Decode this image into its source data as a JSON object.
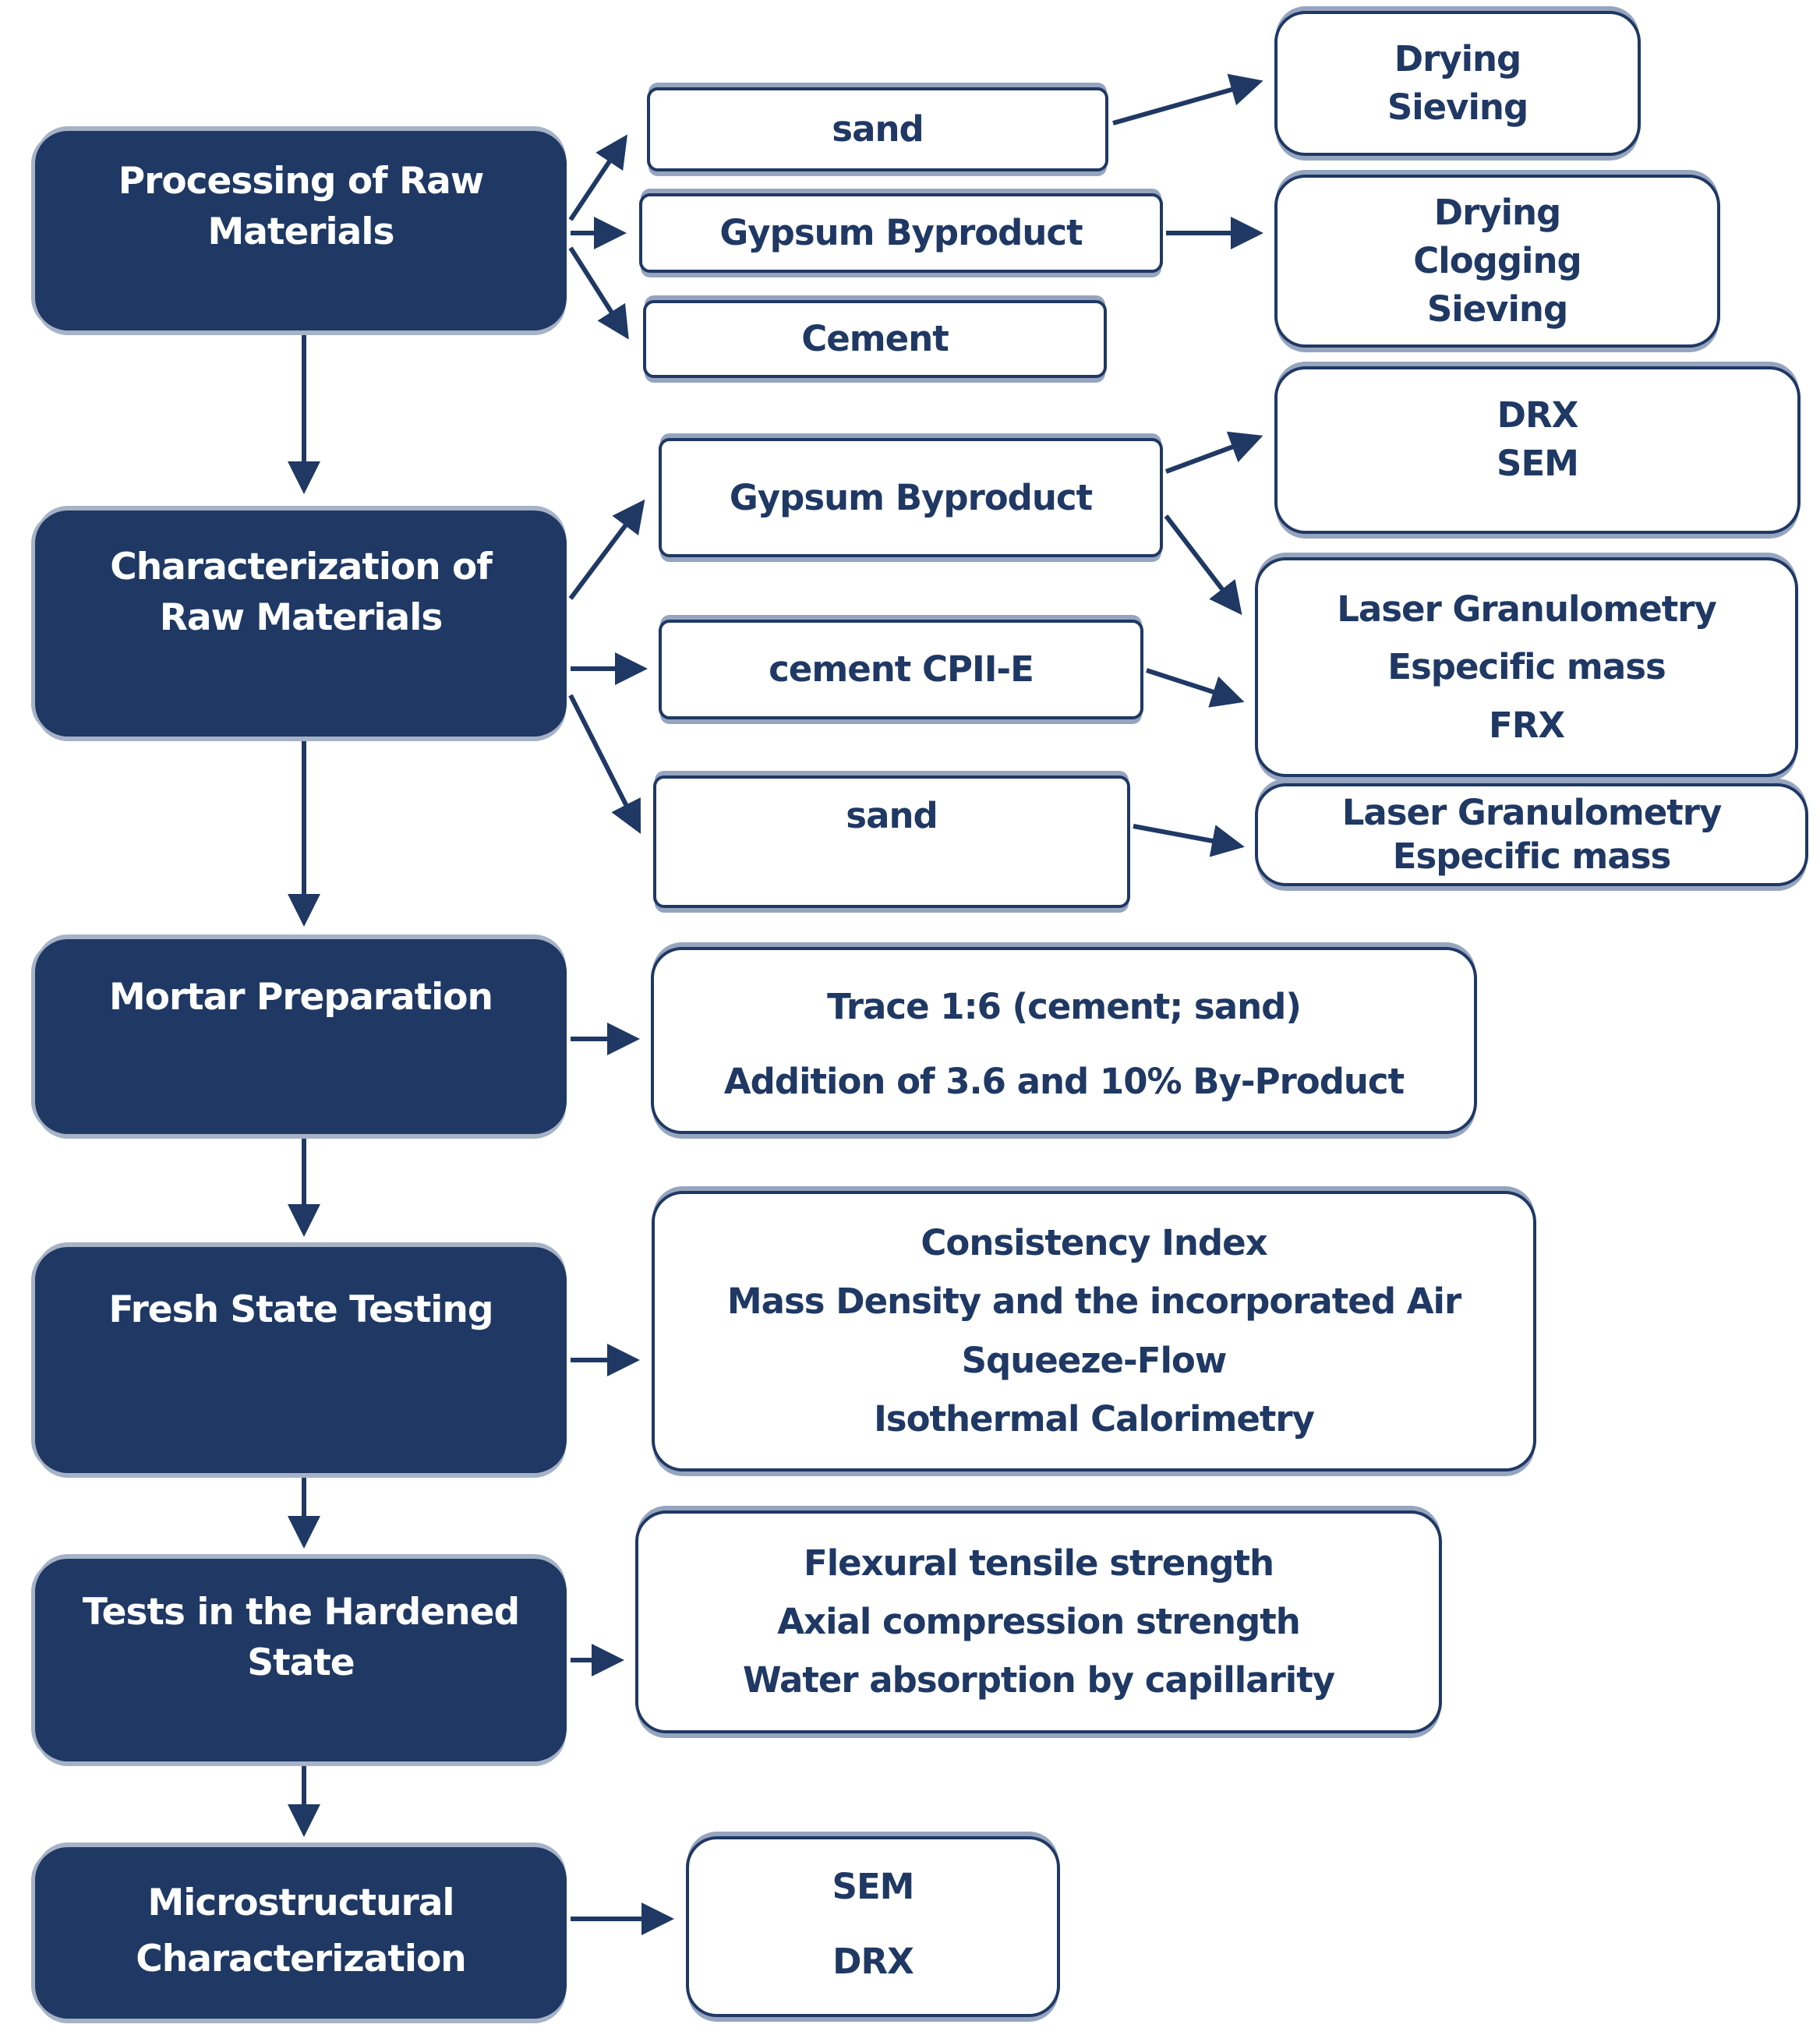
{
  "flowchart": {
    "title": "Mortar research methodology flowchart",
    "colors": {
      "navy": "#1f3864",
      "shadow": "#96a5bf",
      "background": "#ffffff"
    },
    "stages": {
      "processing": {
        "line1": "Processing of Raw",
        "line2": "Materials"
      },
      "characterization": {
        "line1": "Characterization of",
        "line2": "Raw Materials"
      },
      "mortar": {
        "line1": "Mortar Preparation"
      },
      "fresh": {
        "line1": "Fresh State Testing"
      },
      "hardened": {
        "line1": "Tests in the Hardened",
        "line2": "State"
      },
      "micro": {
        "line1": "Microstructural",
        "line2": "Characterization"
      }
    },
    "materials": {
      "sand1": "sand",
      "gypsum1": "Gypsum Byproduct",
      "cement1": "Cement",
      "gypsum2": "Gypsum Byproduct",
      "cpii": "cement CPII-E",
      "sand2": "sand"
    },
    "processes": {
      "dry_sieve": [
        "Drying",
        "Sieving"
      ],
      "dry_clog_sieve": [
        "Drying",
        "Clogging",
        "Sieving"
      ],
      "drx_sem": [
        "DRX",
        "SEM"
      ],
      "laser_frx": [
        "Laser Granulometry",
        "Especific mass",
        "FRX"
      ],
      "laser_em": [
        "Laser Granulometry",
        "Especific mass"
      ],
      "trace": [
        "Trace 1:6 (cement; sand)",
        "Addition of 3.6 and 10% By-Product"
      ],
      "fresh_tests": [
        "Consistency Index",
        "Mass Density and the incorporated Air",
        "Squeeze-Flow",
        "Isothermal Calorimetry"
      ],
      "hard_tests": [
        "Flexural tensile strength",
        "Axial compression strength",
        "Water absorption by capillarity"
      ],
      "sem_drx": [
        "SEM",
        "DRX"
      ]
    }
  }
}
